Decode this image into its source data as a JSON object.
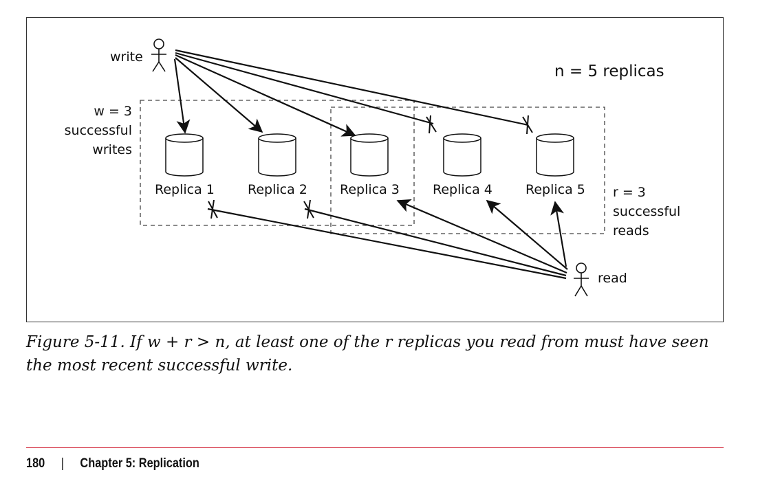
{
  "diagram": {
    "write_label": "write",
    "read_label": "read",
    "n_label": "n = 5 replicas",
    "w_label": [
      "w = 3",
      "successful",
      "writes"
    ],
    "r_label": [
      "r = 3",
      "successful",
      "reads"
    ],
    "replicas": [
      "Replica 1",
      "Replica 2",
      "Replica 3",
      "Replica 4",
      "Replica 5"
    ]
  },
  "caption": "Figure 5-11. If w + r > n, at least one of the r replicas you read from must have seen the most recent successful write.",
  "footer": {
    "page_number": "180",
    "chapter": "Chapter 5: Replication"
  }
}
